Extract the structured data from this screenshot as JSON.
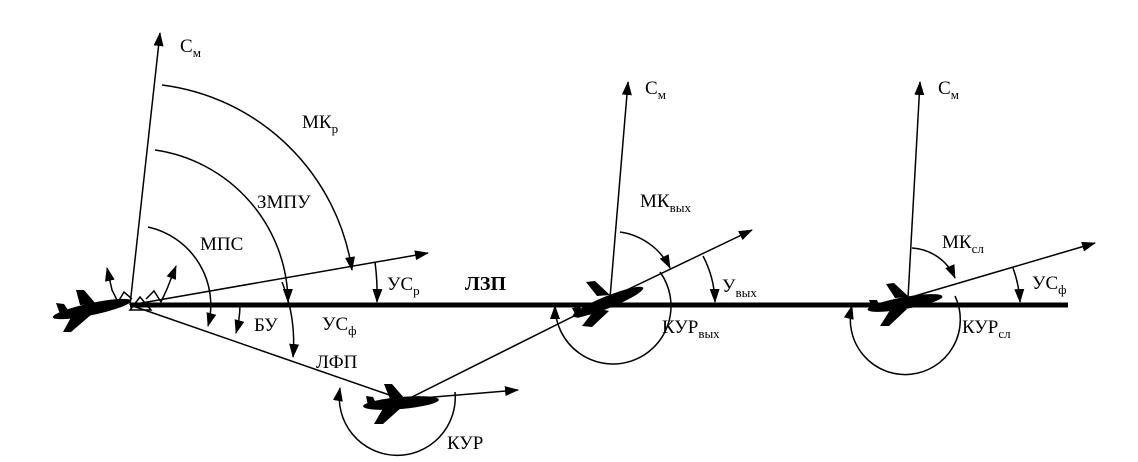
{
  "labels": {
    "north_1": "С",
    "north_1_sub": "м",
    "north_2": "С",
    "north_2_sub": "м",
    "north_3": "С",
    "north_3_sub": "м",
    "mk_r": "МК",
    "mk_r_sub": "р",
    "zmpu": "ЗМПУ",
    "mps": "МПС",
    "bu": "БУ",
    "us_r": "УС",
    "us_r_sub": "р",
    "us_f_1": "УС",
    "us_f_1_sub": "ф",
    "lzp": "ЛЗП",
    "lfp": "ЛФП",
    "kur": "КУР",
    "mk_vyh": "МК",
    "mk_vyh_sub": "вых",
    "u_vyh": "У",
    "u_vyh_sub": "вых",
    "kur_vyh": "КУР",
    "kur_vyh_sub": "вых",
    "mk_sl": "МК",
    "mk_sl_sub": "сл",
    "us_f_2": "УС",
    "us_f_2_sub": "ф",
    "kur_sl": "КУР",
    "kur_sl_sub": "сл"
  }
}
